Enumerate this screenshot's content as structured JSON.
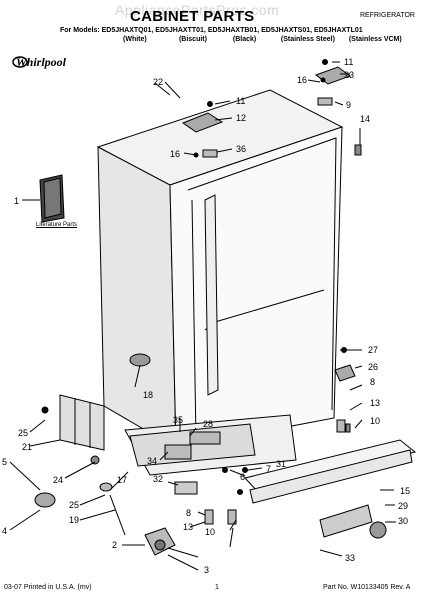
{
  "header": {
    "watermark": "AppliancePartsPros.com",
    "title": "CABINET PARTS",
    "category": "REFRIGERATOR",
    "models": "For Models: ED5JHAXTQ01, ED5JHAXTT01, ED5JHAXTB01, ED5JHAXTS01, ED5JHAXTL01",
    "variants": [
      "(White)",
      "(Biscuit)",
      "(Black)",
      "(Stainless Steel)",
      "(Stainless VCM)"
    ],
    "brand": "Whirlpool"
  },
  "diagram": {
    "literature_label": "Literature Parts",
    "callouts": [
      "1",
      "2",
      "3",
      "4",
      "5",
      "6",
      "7",
      "8",
      "8",
      "9",
      "10",
      "10",
      "11",
      "11",
      "12",
      "13",
      "13",
      "14",
      "15",
      "16",
      "16",
      "17",
      "18",
      "19",
      "21",
      "22",
      "23",
      "24",
      "25",
      "25",
      "26",
      "27",
      "28",
      "29",
      "30",
      "31",
      "32",
      "33",
      "34",
      "35",
      "36"
    ]
  },
  "footer": {
    "left": "03-07 Printed in U.S.A. (mv)",
    "page": "1",
    "right": "Part No. W10133405 Rev. A"
  }
}
